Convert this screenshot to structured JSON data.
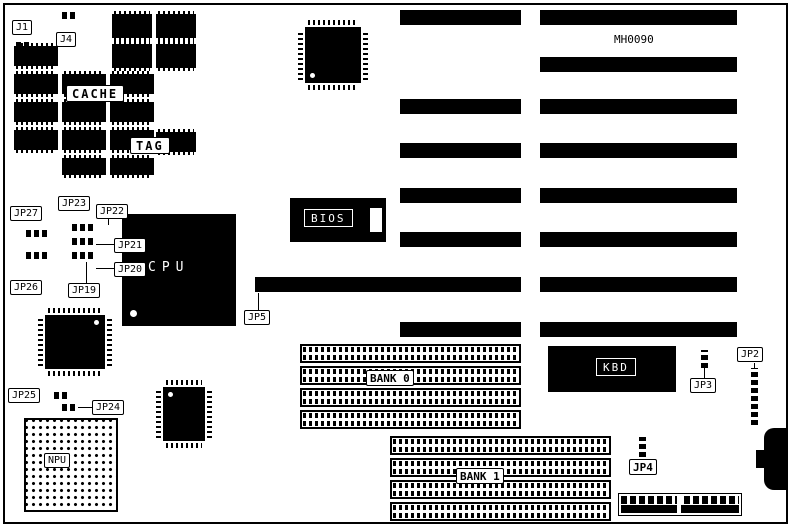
{
  "diagram": {
    "part_number": "MH0090",
    "chips": {
      "cpu": "CPU",
      "npu": "NPU",
      "bios": "BIOS",
      "kbd": "KBD",
      "cache": "CACHE",
      "tag": "TAG"
    },
    "memory": {
      "bank0": "BANK 0",
      "bank1": "BANK 1"
    },
    "connectors": {
      "j1": "J1",
      "j4": "J4"
    },
    "jumpers": {
      "jp2": "JP2",
      "jp3": "JP3",
      "jp4": "JP4",
      "jp5": "JP5",
      "jp19": "JP19",
      "jp20": "JP20",
      "jp21": "JP21",
      "jp22": "JP22",
      "jp23": "JP23",
      "jp24": "JP24",
      "jp25": "JP25",
      "jp26": "JP26",
      "jp27": "JP27"
    }
  }
}
